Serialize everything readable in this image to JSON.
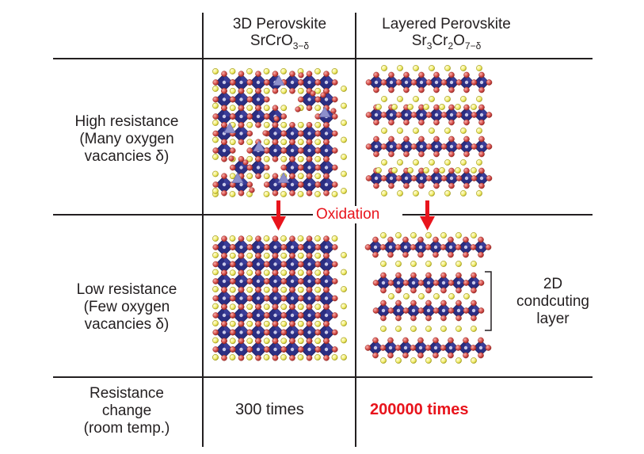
{
  "header": {
    "col1_title": "3D Perovskite",
    "col1_formula": "SrCrO",
    "col1_formula_sub": "3−δ",
    "col2_title": "Layered Perovskite",
    "col2_formula_a": "Sr",
    "col2_formula_sub1": "3",
    "col2_formula_b": "Cr",
    "col2_formula_sub2": "2",
    "col2_formula_c": "O",
    "col2_formula_sub3": "7−δ"
  },
  "rows": {
    "high": {
      "line1": "High resistance",
      "line2": "(Many oxygen",
      "line3": "vacancies δ)"
    },
    "low": {
      "line1": "Low resistance",
      "line2": "(Few oxygen",
      "line3": "vacancies δ)"
    },
    "change": {
      "line1": "Resistance",
      "line2": "change",
      "line3": "(room temp.)"
    }
  },
  "transition_label": "Oxidation",
  "bracket_label": {
    "line1": "2D",
    "line2": "condcuting",
    "line3": "layer"
  },
  "results": {
    "perovskite_3d": "300 times",
    "layered": "200000 times"
  },
  "colors": {
    "accent_red": "#e8141c",
    "octahedron": "#2b2e82",
    "oxygen": "#d9534f",
    "strontium": "#f3f07a",
    "vacancy_tetra": "#8d8fcc",
    "line": "#231f20"
  }
}
